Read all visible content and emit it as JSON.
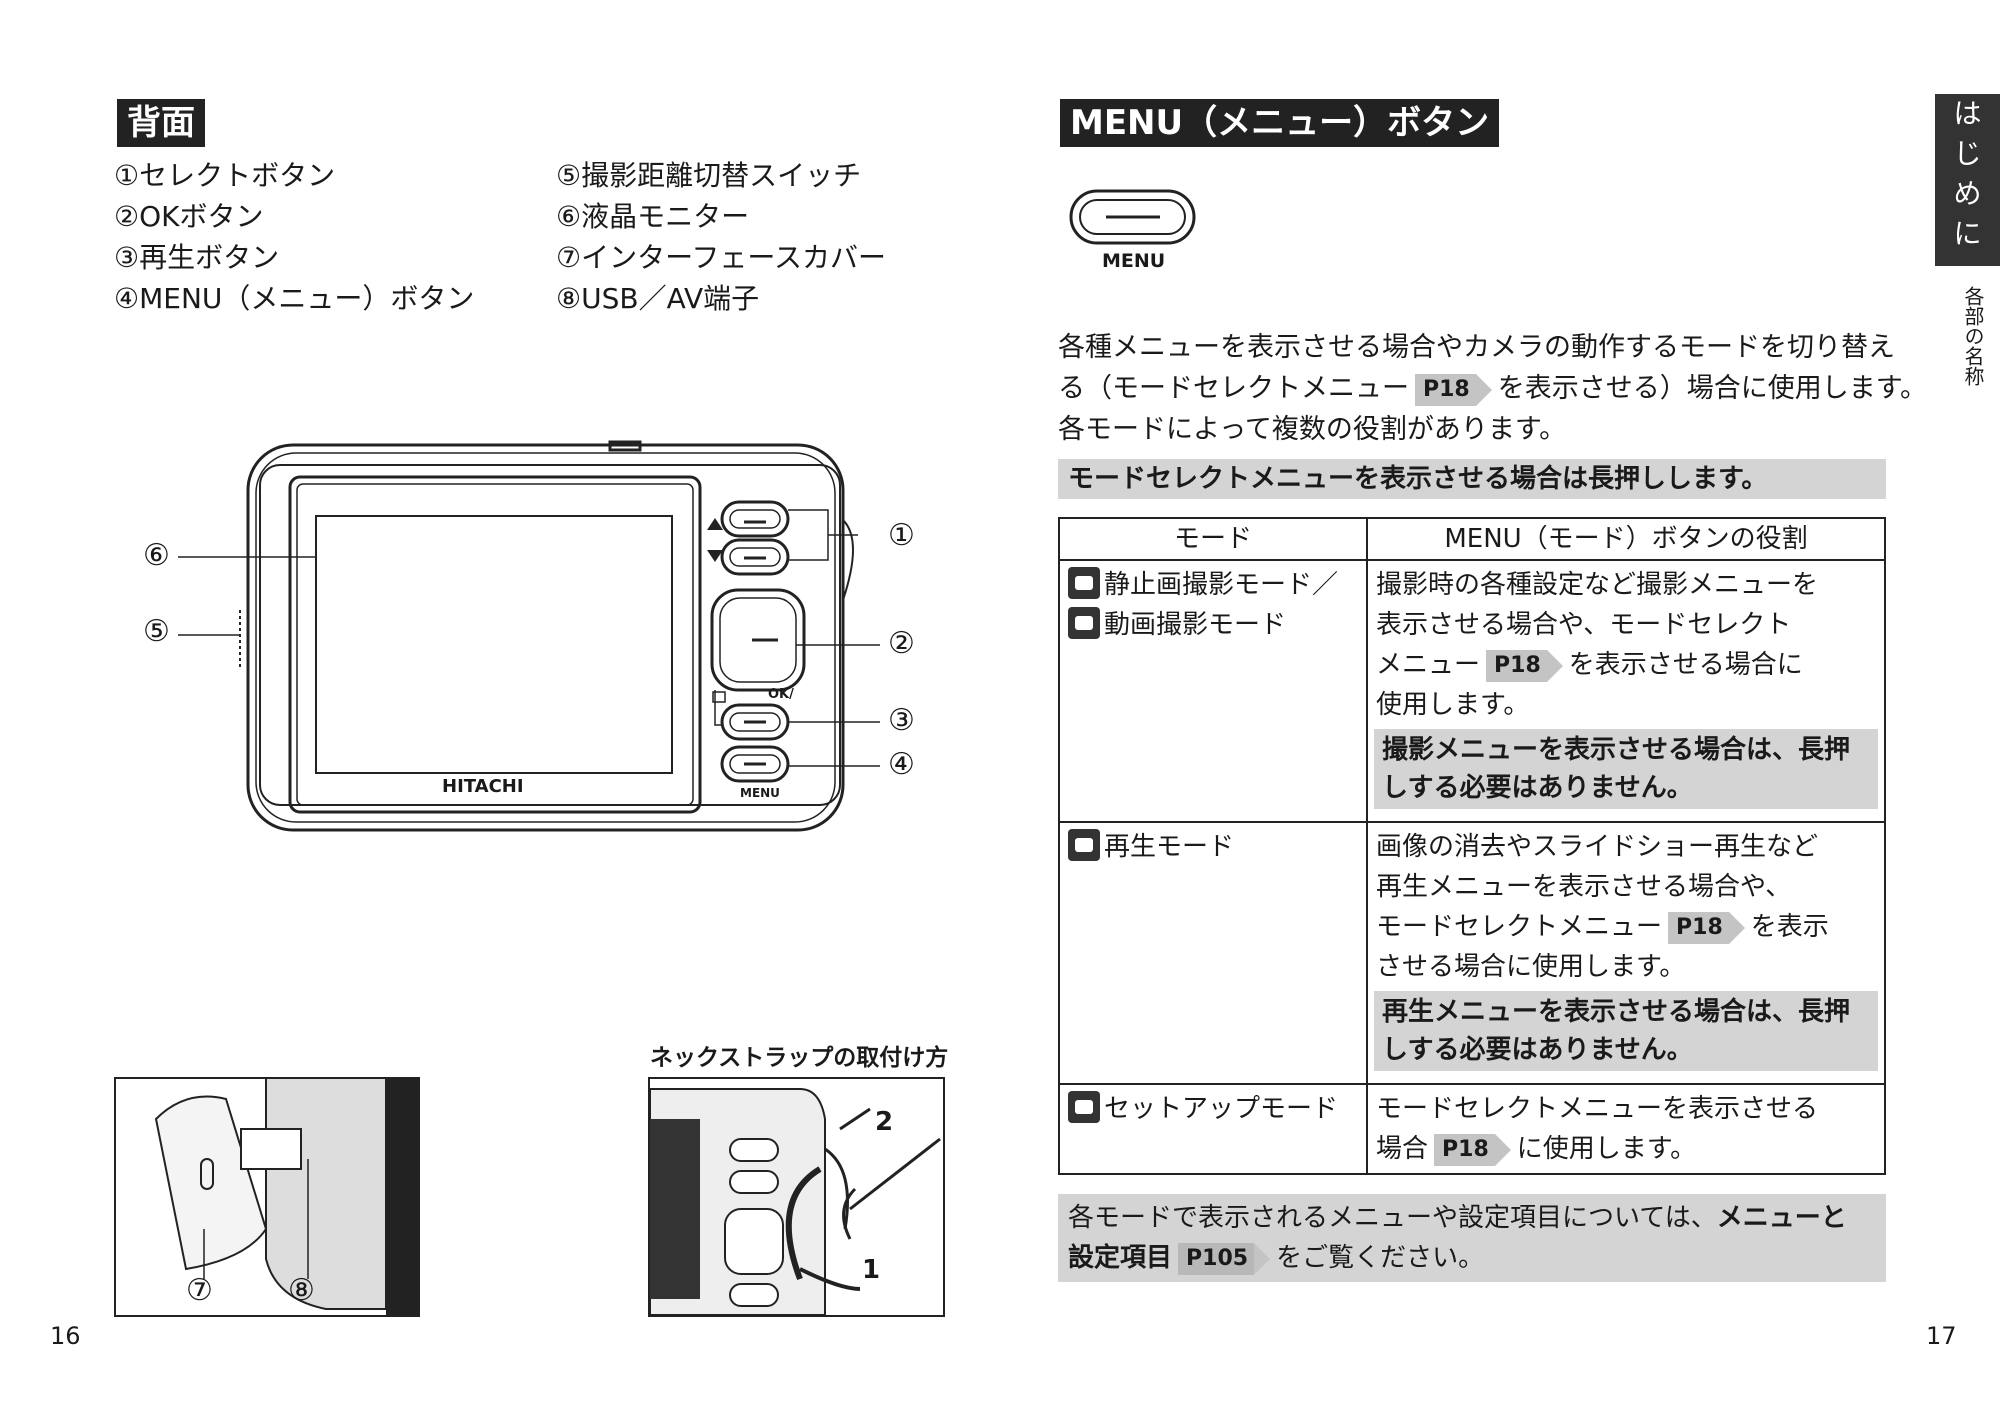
{
  "left_page": {
    "heading": "背面",
    "parts_col1": [
      "①セレクトボタン",
      "②OKボタン",
      "③再生ボタン",
      "④MENU（メニュー）ボタン"
    ],
    "parts_col2": [
      "⑤撮影距離切替スイッチ",
      "⑥液晶モニター",
      "⑦インターフェースカバー",
      "⑧USB／AV端子"
    ],
    "camera": {
      "brand": "HITACHI",
      "ok_label": "OK/",
      "menu_label": "MENU",
      "callouts": [
        "①",
        "②",
        "③",
        "④",
        "⑤",
        "⑥"
      ]
    },
    "photo1_callouts": [
      "⑦",
      "⑧"
    ],
    "strap_caption": "ネックストラップの取付け方",
    "strap_steps": [
      "2",
      "1"
    ],
    "page_number": "16"
  },
  "right_page": {
    "heading": "MENU（メニュー）ボタン",
    "button_label": "MENU",
    "intro": {
      "line1": "各種メニューを表示させる場合やカメラの動作するモードを切り替え",
      "line2_a": "る（モードセレクトメニュー",
      "line2_ref": "P18",
      "line2_b": "を表示させる）場合に使用します。",
      "line3": "各モードによって複数の役割があります。"
    },
    "long_press_note": "モードセレクトメニューを表示させる場合は長押しします。",
    "table": {
      "headers": [
        "モード",
        "MENU（モード）ボタンの役割"
      ],
      "rows": [
        {
          "mode_lines": [
            "静止画撮影モード／",
            "動画撮影モード"
          ],
          "desc_lines": [
            "撮影時の各種設定など撮影メニューを",
            "表示させる場合や、モードセレクト"
          ],
          "desc_ref_a": "メニュー",
          "desc_ref": "P18",
          "desc_ref_b": "を表示させる場合に",
          "desc_tail": "使用します。",
          "note_lines": [
            "撮影メニューを表示させる場合は、長押",
            "しする必要はありません。"
          ]
        },
        {
          "mode_lines": [
            "再生モード"
          ],
          "desc_lines": [
            "画像の消去やスライドショー再生など",
            "再生メニューを表示させる場合や、"
          ],
          "desc_ref_a": "モードセレクトメニュー",
          "desc_ref": "P18",
          "desc_ref_b": "を表示",
          "desc_tail": "させる場合に使用します。",
          "note_lines": [
            "再生メニューを表示させる場合は、長押",
            "しする必要はありません。"
          ]
        },
        {
          "mode_lines": [
            "セットアップモード"
          ],
          "desc_lines": [
            "モードセレクトメニューを表示させる"
          ],
          "desc_ref_a": "場合",
          "desc_ref": "P18",
          "desc_ref_b": "に使用します。"
        }
      ]
    },
    "footer_note": {
      "line1_a": "各モードで表示されるメニューや設定項目については、",
      "line1_b": "メニューと",
      "line2_a": "設定項目",
      "line2_ref": "P105",
      "line2_b": "をご覧ください。"
    },
    "side_tab": [
      "は",
      "じ",
      "め",
      "に"
    ],
    "side_sub": "各部の名称",
    "page_number": "17"
  }
}
